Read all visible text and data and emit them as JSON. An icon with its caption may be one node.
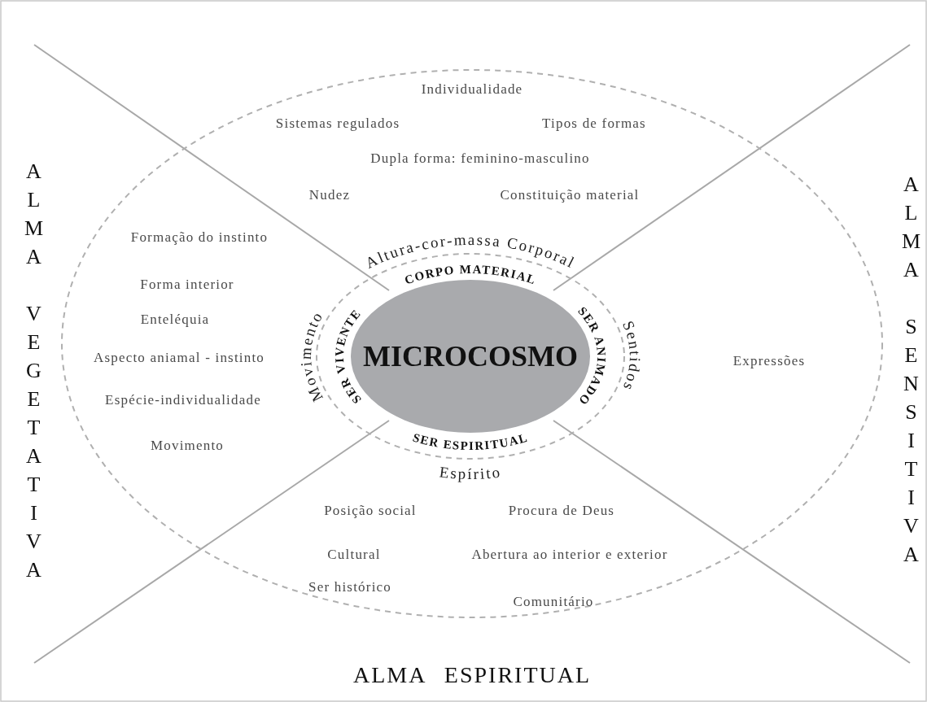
{
  "diagram": {
    "nodes": [
      {
        "text": [
          "Individualidade",
          "Sistemas regulados",
          "Tipos de formas",
          "Dupla forma: feminino-masculino",
          "Nudez",
          "Constituição material",
          "Formação do instinto",
          "Forma interior",
          "Enteléquia",
          "Aspecto aniamal - instinto",
          "Expressões",
          "Espécie-individualidade",
          "Movimento",
          "Posição social",
          "Procura de Deus",
          "Cultural",
          "Abertura ao interior e exterior",
          "Ser histórico",
          "Comunitário"
        ]
      },
      {
        "text": [
          "Altura-cor-massa Corporal",
          "Movimento",
          "Sentidos",
          "Espírito"
        ],
        "in": 0
      },
      {
        "text": [
          "MICROCOSMO"
        ],
        "beside": [
          "CORPO MATERIAL",
          "SER VIVENTE",
          "SER ANIMADO",
          "SER ESPIRITUAL"
        ],
        "in": 1
      }
    ],
    "labels": [
      "ALMA VEGETATIVA",
      "ALMA SENSITIVA",
      "ALMA ESPIRITUAL"
    ]
  }
}
